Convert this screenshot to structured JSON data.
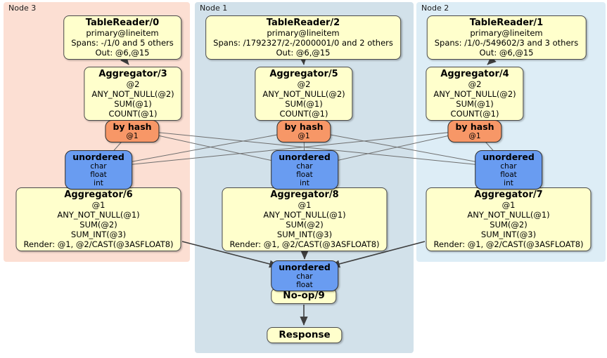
{
  "regions": [
    {
      "label": "Node 3",
      "table_reader": {
        "title": "TableReader/0",
        "lines": [
          "primary@lineitem",
          "Spans: -/1/0 and 5 others",
          "Out: @6,@15"
        ]
      },
      "aggregator": {
        "title": "Aggregator/3",
        "lines": [
          "@2",
          "ANY_NOT_NULL(@2)",
          "SUM(@1)",
          "COUNT(@1)"
        ]
      },
      "hash_router": {
        "title": "by hash",
        "key": "@1"
      },
      "stream_sync": {
        "title": "unordered",
        "types": [
          "char",
          "float",
          "int"
        ]
      },
      "final_aggregator": {
        "title": "Aggregator/6",
        "lines": [
          "@1",
          "ANY_NOT_NULL(@1)",
          "SUM(@2)",
          "SUM_INT(@3)",
          "Render: @1, @2/CAST(@3ASFLOAT8)"
        ]
      }
    },
    {
      "label": "Node 1",
      "table_reader": {
        "title": "TableReader/2",
        "lines": [
          "primary@lineitem",
          "Spans: /1792327/2-/2000001/0 and 2 others",
          "Out: @6,@15"
        ]
      },
      "aggregator": {
        "title": "Aggregator/5",
        "lines": [
          "@2",
          "ANY_NOT_NULL(@2)",
          "SUM(@1)",
          "COUNT(@1)"
        ]
      },
      "hash_router": {
        "title": "by hash",
        "key": "@1"
      },
      "stream_sync": {
        "title": "unordered",
        "types": [
          "char",
          "float",
          "int"
        ]
      },
      "final_aggregator": {
        "title": "Aggregator/8",
        "lines": [
          "@1",
          "ANY_NOT_NULL(@1)",
          "SUM(@2)",
          "SUM_INT(@3)",
          "Render: @1, @2/CAST(@3ASFLOAT8)"
        ]
      }
    },
    {
      "label": "Node 2",
      "table_reader": {
        "title": "TableReader/1",
        "lines": [
          "primary@lineitem",
          "Spans: /1/0-/549602/3 and 3 others",
          "Out: @6,@15"
        ]
      },
      "aggregator": {
        "title": "Aggregator/4",
        "lines": [
          "@2",
          "ANY_NOT_NULL(@2)",
          "SUM(@1)",
          "COUNT(@1)"
        ]
      },
      "hash_router": {
        "title": "by hash",
        "key": "@1"
      },
      "stream_sync": {
        "title": "unordered",
        "types": [
          "char",
          "float",
          "int"
        ]
      },
      "final_aggregator": {
        "title": "Aggregator/7",
        "lines": [
          "@1",
          "ANY_NOT_NULL(@1)",
          "SUM(@2)",
          "SUM_INT(@3)",
          "Render: @1, @2/CAST(@3ASFLOAT8)"
        ]
      }
    }
  ],
  "output": {
    "stream_sync": {
      "title": "unordered",
      "types": [
        "char",
        "float"
      ]
    },
    "noop": {
      "title": "No-op/9"
    },
    "response": {
      "title": "Response"
    }
  },
  "colors": {
    "processor_fill": "#ffffcc",
    "hash_router_fill": "#f79767",
    "stream_sync_fill": "#699cf1",
    "node3_bg": "#fcdfd3",
    "node1_bg": "#d2e1ea",
    "node2_bg": "#ddedf6",
    "edge": "#6e6e6e",
    "arrow": "#3f3f3f"
  }
}
